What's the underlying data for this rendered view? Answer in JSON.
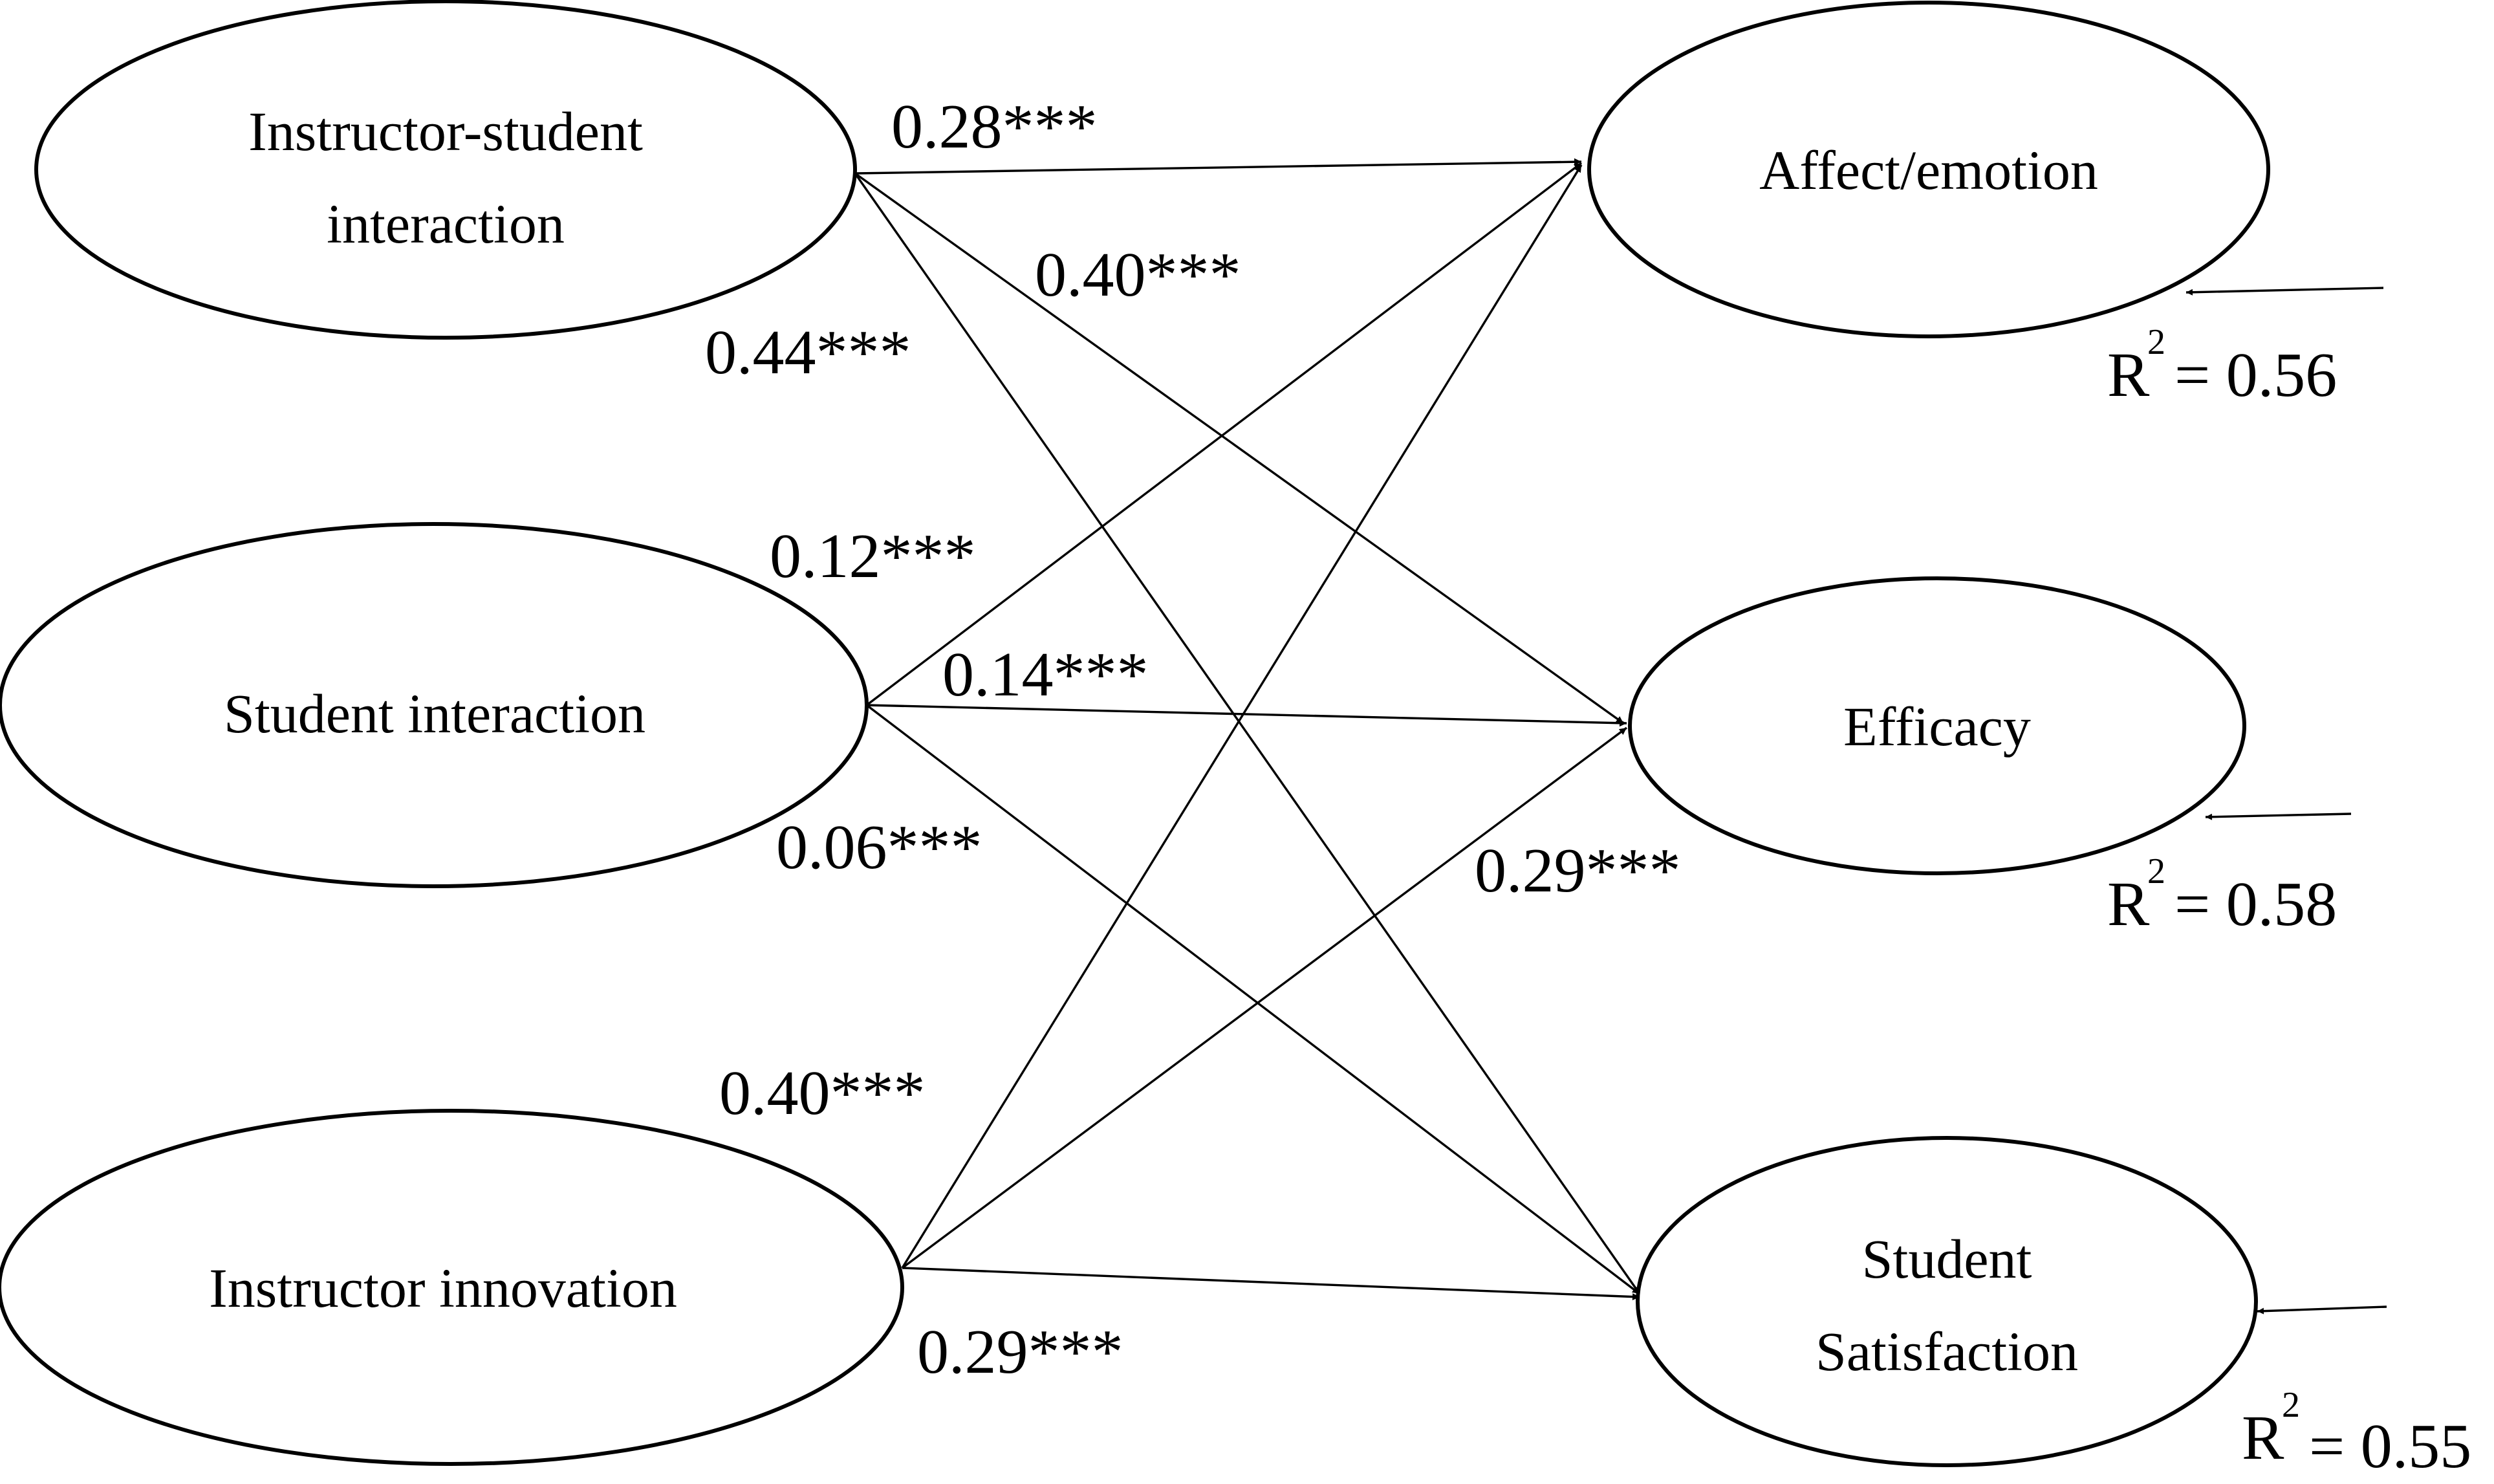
{
  "nodes": {
    "instructor_student": {
      "lines": [
        "Instructor-student",
        "interaction"
      ]
    },
    "student_interaction": {
      "lines": [
        "Student interaction"
      ]
    },
    "instructor_innovation": {
      "lines": [
        "Instructor innovation"
      ]
    },
    "affect_emotion": {
      "lines": [
        "Affect/emotion"
      ]
    },
    "efficacy": {
      "lines": [
        "Efficacy"
      ]
    },
    "student_satisfaction": {
      "lines": [
        "Student",
        "Satisfaction"
      ]
    }
  },
  "paths": {
    "is_ae": "0.28***",
    "is_ef": "0.40***",
    "is_ss": "0.44***",
    "si_ae": "0.12***",
    "si_ef": "0.14***",
    "si_ss": "0.06***",
    "ii_ae": "0.40***",
    "ii_ef": "0.29***",
    "ii_ss": "0.29***"
  },
  "r_squared": {
    "affect_emotion": {
      "base": "R",
      "sup": "2",
      "value": "= 0.56"
    },
    "efficacy": {
      "base": "R",
      "sup": "2",
      "value": "= 0.58"
    },
    "student_satisfaction": {
      "base": "R",
      "sup": "2",
      "value": "= 0.55"
    }
  },
  "colors": {
    "line": "#000000",
    "background": "#ffffff"
  }
}
